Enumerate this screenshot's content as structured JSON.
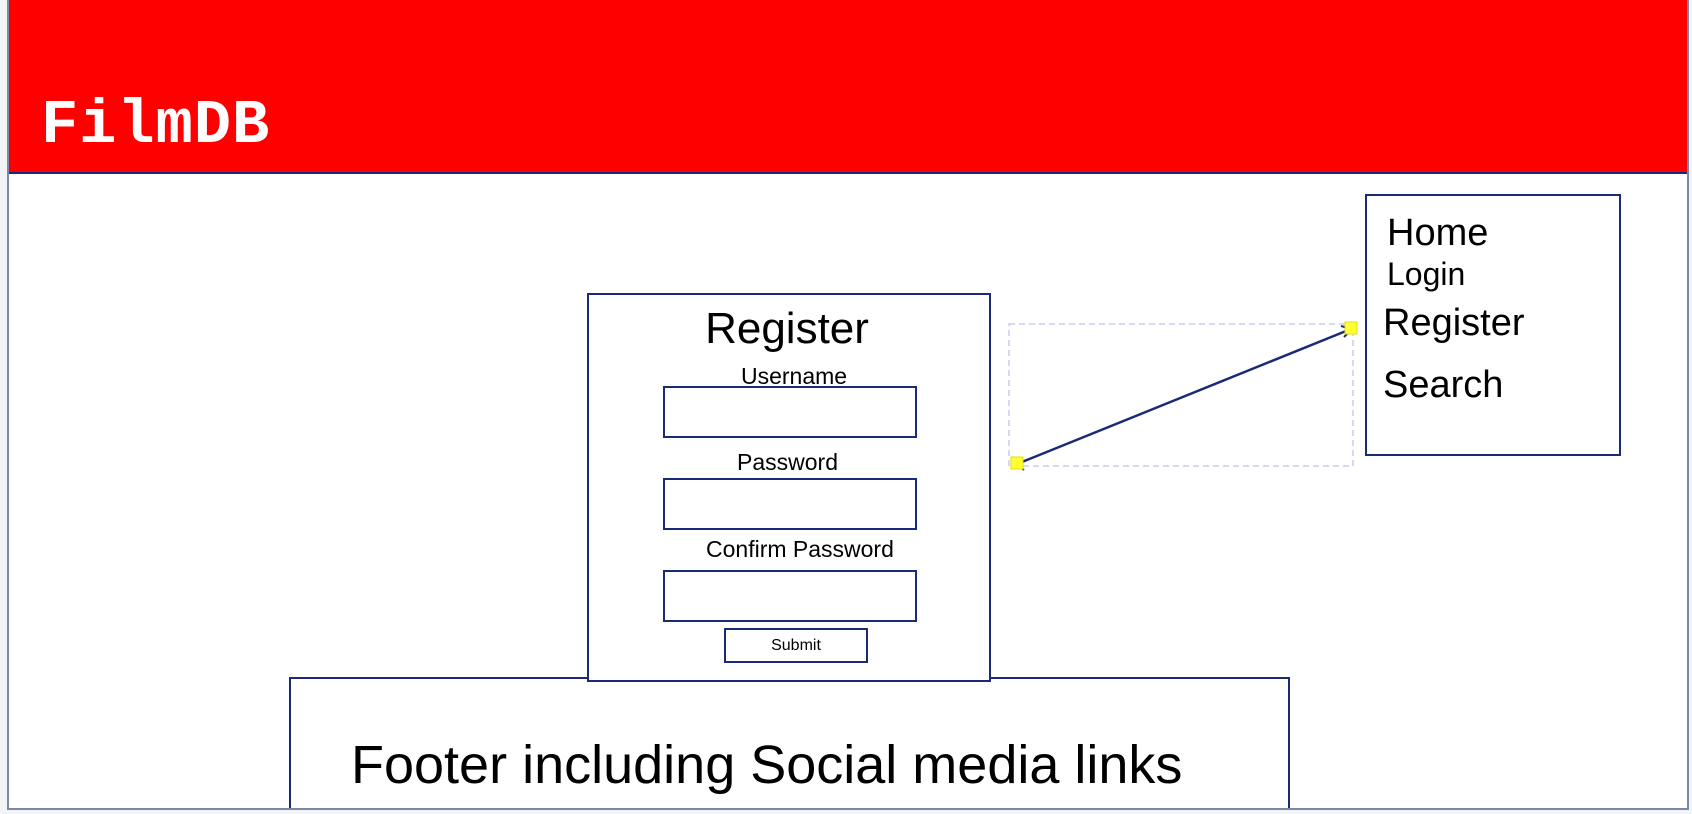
{
  "header": {
    "logo_text": "FilmDB",
    "background_color": "#ff0000"
  },
  "nav": {
    "items": [
      {
        "label": "Home"
      },
      {
        "label": "Login"
      },
      {
        "label": "Register"
      },
      {
        "label": "Search"
      }
    ]
  },
  "register_form": {
    "title": "Register",
    "username_label": "Username",
    "username_value": "",
    "password_label": "Password",
    "password_value": "",
    "confirm_label": "Confirm Password",
    "confirm_value": "",
    "submit_label": "Submit"
  },
  "footer": {
    "text": "Footer including Social media links"
  },
  "colors": {
    "border": "#1a2a78",
    "connector_handle": "#ffff33"
  }
}
